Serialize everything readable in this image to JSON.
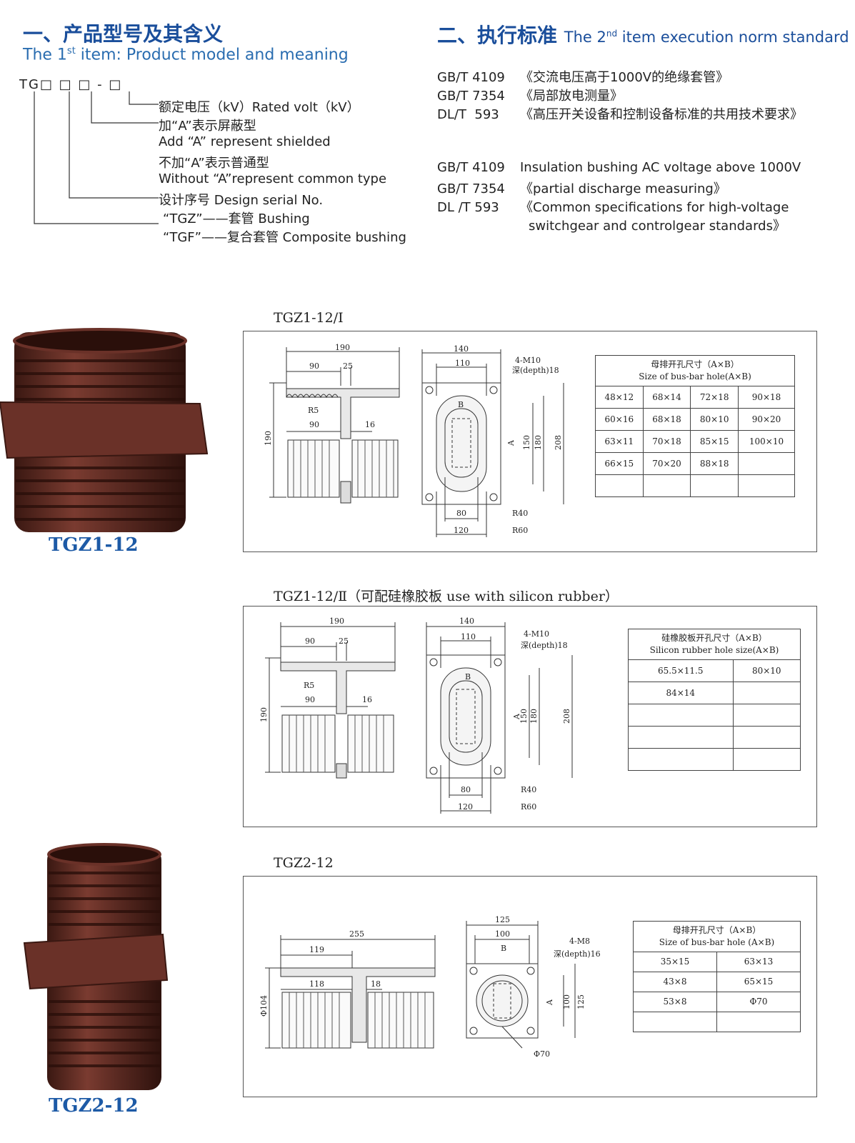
{
  "section1": {
    "title_cn": "一、产品型号及其含义",
    "subtitle_en": "The 1st item: Product model and meaning",
    "subtitle_pre": "The 1",
    "subtitle_sup": "st",
    "subtitle_post": " item: Product model and meaning",
    "model_code": "TG□ □ □ - □",
    "meanings": [
      "额定电压（kV）Rated volt（kV）",
      "加“A”表示屏蔽型",
      "Add “A” represent shielded",
      "不加“A”表示普通型",
      "Without “A”represent common type",
      "设计序号 Design serial No.",
      "“TGZ”——套管 Bushing",
      "“TGF”——复合套管 Composite bushing"
    ]
  },
  "section2": {
    "title_cn": "二、执行标准",
    "title_en_pre": "The 2",
    "title_en_sup": "nd",
    "title_en_post": " item execution norm standard",
    "standards_cn": [
      {
        "code": "GB/T 4109",
        "name": "《交流电压高于1000V的绝缘套管》"
      },
      {
        "code": "GB/T 7354",
        "name": "《局部放电测量》"
      },
      {
        "code": "DL/T  593",
        "name": "《高压开关设备和控制设备标准的共用技术要求》"
      }
    ],
    "standards_en": [
      {
        "code": "GB/T 4109",
        "name": "Insulation bushing AC voltage above 1000V"
      },
      {
        "code": "GB/T 7354",
        "name": "《partial discharge measuring》"
      },
      {
        "code": "DL /T 593",
        "name": "《Common specifications for high-voltage"
      },
      {
        "code": "",
        "name": "switchgear and controlgear standards》"
      }
    ]
  },
  "drawing1": {
    "title": "TGZ1-12/Ⅰ",
    "product_label": "TGZ1-12",
    "side_dims": [
      "190",
      "90",
      "25",
      "R5",
      "90",
      "16",
      "190"
    ],
    "front_dims": [
      "140",
      "110",
      "4-M10",
      "深(depth)18",
      "B",
      "A",
      "150",
      "180",
      "208",
      "80",
      "120",
      "R40",
      "R60"
    ],
    "table_header_cn": "母排开孔尺寸（A×B）",
    "table_header_en": "Size of bus-bar hole(A×B)",
    "table_rows": [
      [
        "48×12",
        "68×14",
        "72×18",
        "90×18"
      ],
      [
        "60×16",
        "68×18",
        "80×10",
        "90×20"
      ],
      [
        "63×11",
        "70×18",
        "85×15",
        "100×10"
      ],
      [
        "66×15",
        "70×20",
        "88×18",
        ""
      ],
      [
        "",
        "",
        "",
        ""
      ]
    ]
  },
  "drawing2": {
    "title": "TGZ1-12/Ⅱ（可配硅橡胶板 use with silicon rubber）",
    "side_dims": [
      "190",
      "90",
      "25",
      "R5",
      "90",
      "16",
      "190"
    ],
    "front_dims": [
      "140",
      "110",
      "4-M10",
      "深(depth)18",
      "B",
      "A",
      "150",
      "180",
      "208",
      "80",
      "120",
      "R40",
      "R60"
    ],
    "table_header_cn": "硅橡胶板开孔尺寸（A×B）",
    "table_header_en": "Silicon rubber hole size(A×B)",
    "table_rows": [
      [
        "65.5×11.5",
        "80×10"
      ],
      [
        "84×14",
        ""
      ],
      [
        "",
        ""
      ],
      [
        "",
        ""
      ],
      [
        "",
        ""
      ]
    ]
  },
  "drawing3": {
    "title": "TGZ2-12",
    "product_label": "TGZ2-12",
    "side_dims": [
      "255",
      "119",
      "118",
      "18",
      "Φ104"
    ],
    "front_dims": [
      "125",
      "100",
      "4-M8",
      "深(depth)16",
      "B",
      "A",
      "100",
      "125",
      "Φ70"
    ],
    "table_header_cn": "母排开孔尺寸（A×B）",
    "table_header_en": "Size of bus-bar hole (A×B)",
    "table_rows": [
      [
        "35×15",
        "63×13"
      ],
      [
        "43×8",
        "65×15"
      ],
      [
        "53×8",
        "Φ70"
      ],
      [
        "",
        ""
      ]
    ]
  },
  "colors": {
    "heading_blue": "#1a4e9b",
    "label_blue": "#1d5aa6",
    "bushing_brown": "#5b2a22"
  }
}
